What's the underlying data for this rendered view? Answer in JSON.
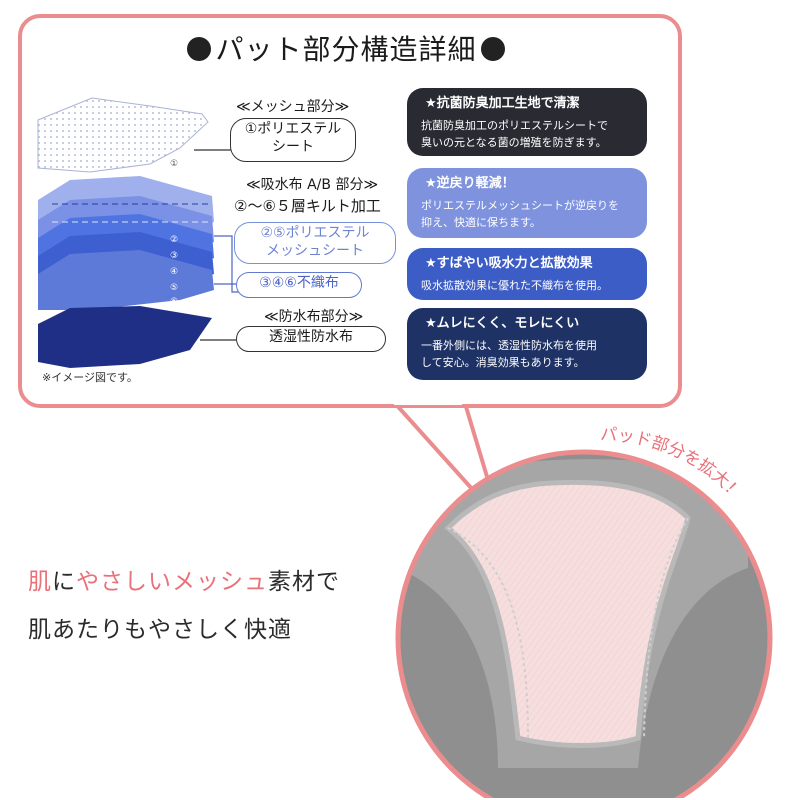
{
  "card": {
    "title": "パット部分構造詳細",
    "mesh_section": "≪メッシュ部分≫",
    "mesh_pill": "①ポリエステル\nシート",
    "absorb_section": "≪吸水布 A/B 部分≫",
    "absorb_sub": "②〜⑥５層キルト加工",
    "absorb_pill_1": "②⑤ポリエステル\nメッシュシート",
    "absorb_pill_2": "③④⑥不織布",
    "waterproof_section": "≪防水布部分≫",
    "waterproof_pill": "透湿性防水布",
    "note": "※イメージ図です。"
  },
  "features": [
    {
      "title": "★抗菌防臭加工生地で清潔",
      "body": "抗菌防臭加工のポリエステルシートで\n臭いの元となる菌の増殖を防ぎます。",
      "color": "#2a2a33"
    },
    {
      "title": "★逆戻り軽減！",
      "body": "ポリエステルメッシュシートが逆戻りを\n抑え、快適に保ちます。",
      "color": "#7f92de"
    },
    {
      "title": "★すばやい吸水力と拡散効果",
      "body": "吸水拡散効果に優れた不織布を使用。",
      "color": "#3c5cc6"
    },
    {
      "title": "★ムレにくく、モレにくい",
      "body": "一番外側には、透湿性防水布を使用\nして安心。消臭効果もあります。",
      "color": "#1e3266"
    }
  ],
  "diagram_numbers": [
    "①",
    "②",
    "③",
    "④",
    "⑤",
    "⑥"
  ],
  "tagline": {
    "line1_a": "肌",
    "line1_b": "に",
    "line1_c": "やさしい",
    "line1_d": "メッシュ",
    "line1_e": "素材で",
    "line2": "肌あたりもやさしく快適"
  },
  "zoom_label": "パッド部分を拡大！",
  "colors": {
    "frame": "#eb8d8e",
    "accent_text": "#e9717a",
    "fabric": "#9a9a9a",
    "pad": "#f6dcdc"
  }
}
